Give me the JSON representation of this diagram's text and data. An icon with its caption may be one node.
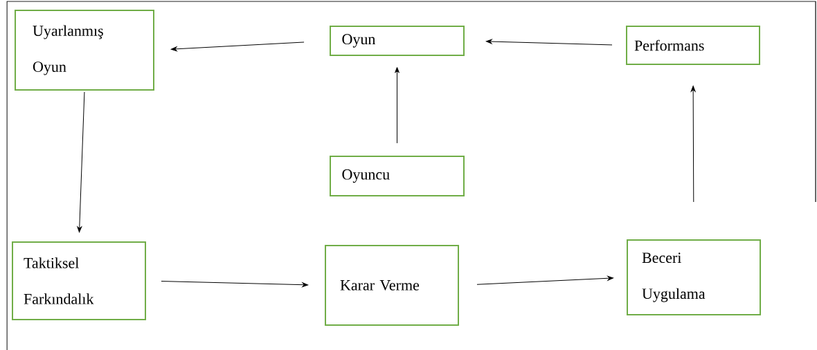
{
  "diagram": {
    "nodes": [
      {
        "text": [
          "Uyarlanmış Oyun"
        ]
      },
      {
        "text": [
          "Oyun"
        ]
      },
      {
        "text": [
          "Performans"
        ]
      },
      {
        "text": [
          "Oyuncu"
        ]
      },
      {
        "text": [
          "Taktiksel Farkındalık"
        ]
      },
      {
        "text": [
          "Karar Verme"
        ]
      },
      {
        "text": [
          "Beceri Uygulama"
        ]
      }
    ],
    "edges": [
      {
        "from": 1,
        "to": 0,
        "arrow": "to"
      },
      {
        "from": 2,
        "to": 1,
        "arrow": "to"
      },
      {
        "from": 3,
        "to": 1,
        "arrow": "to"
      },
      {
        "from": 0,
        "to": 4,
        "arrow": "to"
      },
      {
        "from": 4,
        "to": 5,
        "arrow": "to"
      },
      {
        "from": 5,
        "to": 6,
        "arrow": "to"
      },
      {
        "from": 6,
        "to": 2,
        "arrow": "to"
      }
    ]
  }
}
